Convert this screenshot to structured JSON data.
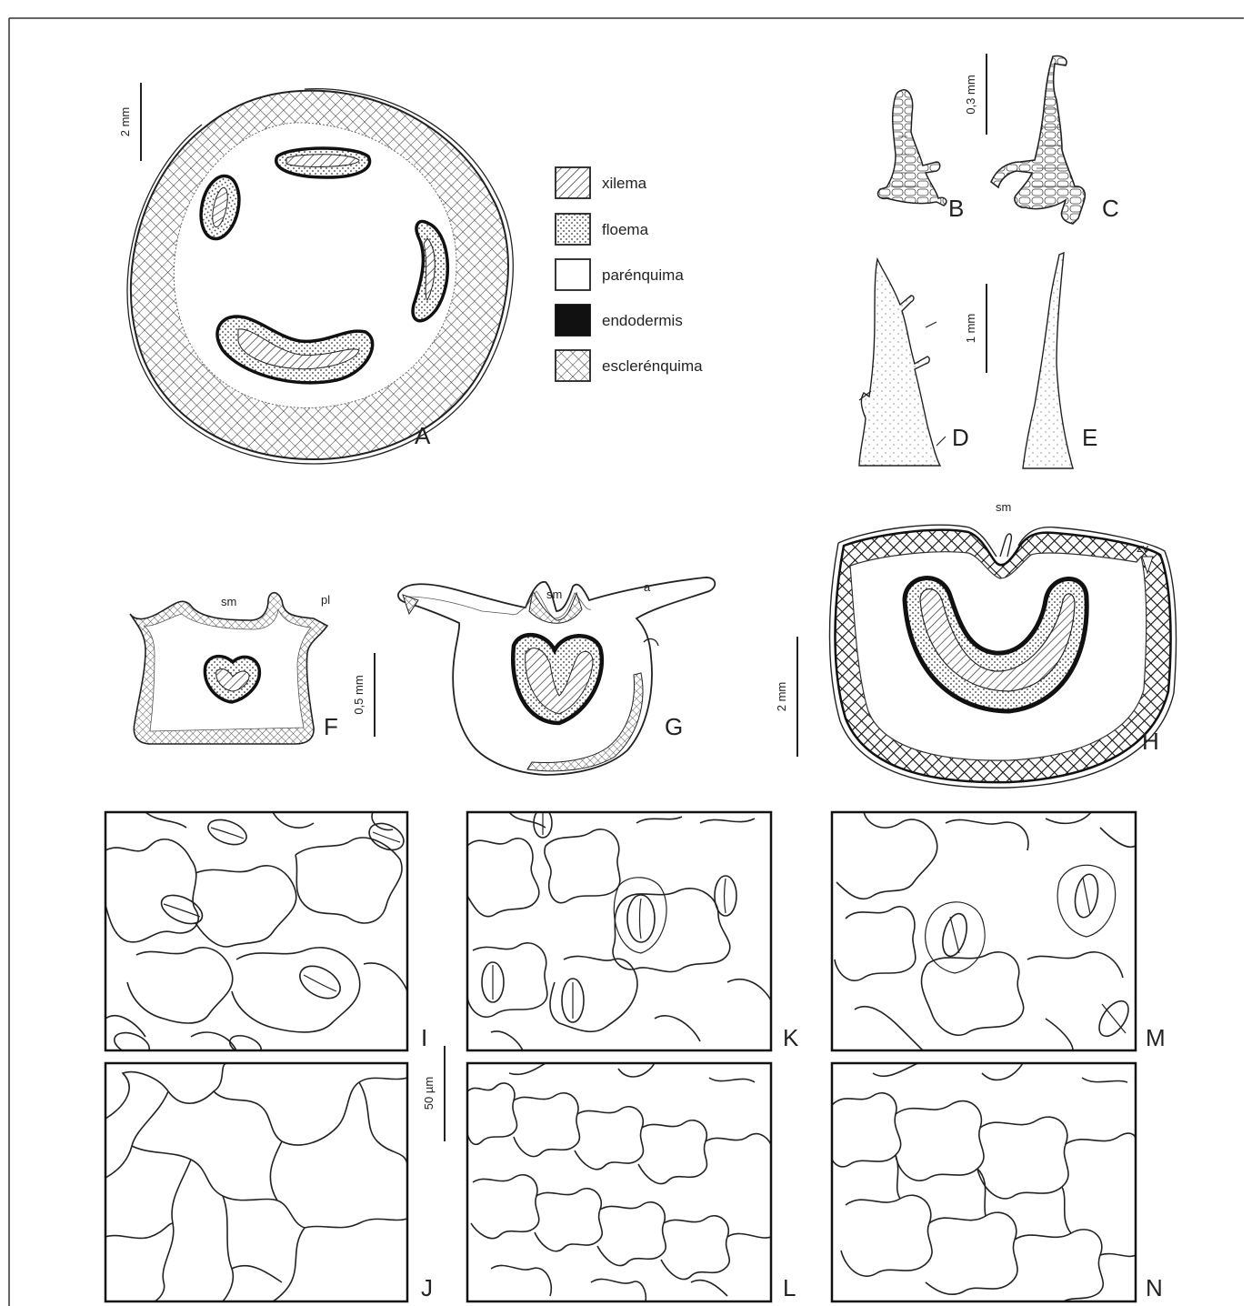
{
  "legend": [
    {
      "key": "xilema",
      "label": "xilema",
      "pattern": "hatch-diag"
    },
    {
      "key": "floema",
      "label": "floema",
      "pattern": "dots"
    },
    {
      "key": "parenquima",
      "label": "parénquima",
      "pattern": "blank"
    },
    {
      "key": "endodermis",
      "label": "endodermis",
      "pattern": "solid"
    },
    {
      "key": "esclerenquima",
      "label": "esclerénquima",
      "pattern": "crosshatch"
    }
  ],
  "panels": {
    "A": "A",
    "B": "B",
    "C": "C",
    "D": "D",
    "E": "E",
    "F": "F",
    "G": "G",
    "H": "H",
    "I": "I",
    "J": "J",
    "K": "K",
    "L": "L",
    "M": "M",
    "N": "N"
  },
  "scale_bars": {
    "A": "2 mm",
    "BC": "0,3 mm",
    "DE": "1 mm",
    "FG": "0,5 mm",
    "H": "2 mm",
    "IN": "50 µm"
  },
  "abbreviations": {
    "F_sm": "sm",
    "F_pl": "pl",
    "G_sm": "sm",
    "G_a": "a",
    "H_sm": "sm",
    "H_zv": "zv"
  },
  "colors": {
    "ink": "#222222",
    "background": "#ffffff"
  }
}
